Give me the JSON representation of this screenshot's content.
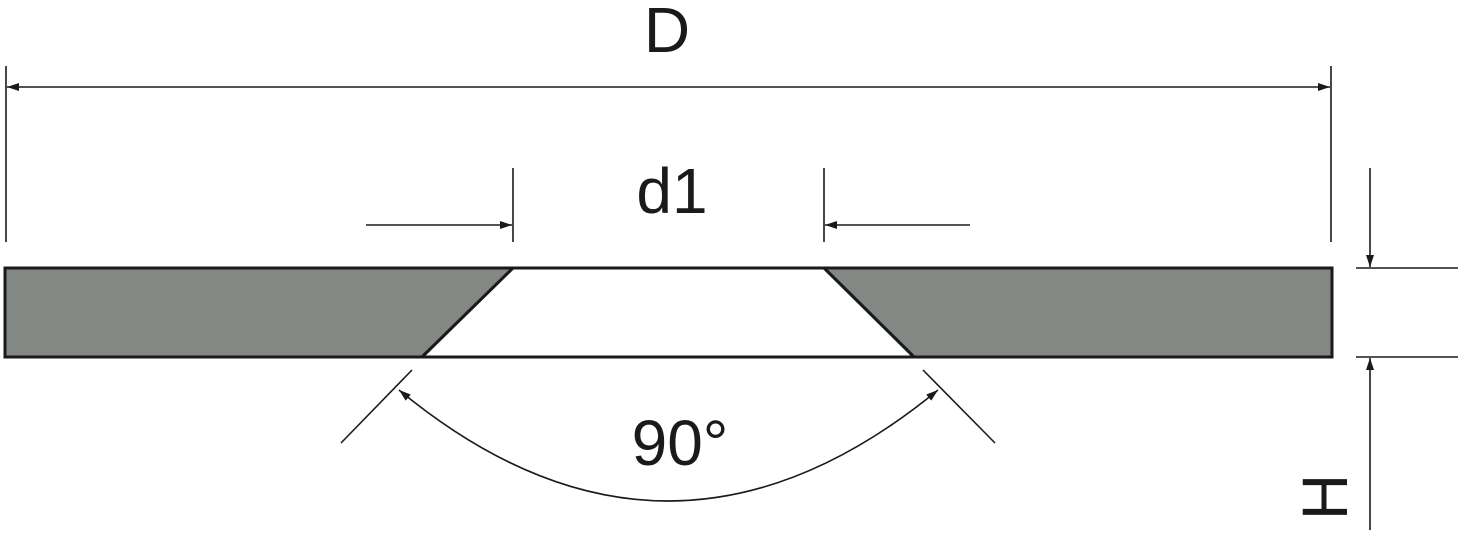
{
  "labels": {
    "outer_diameter": "D",
    "countersink_diameter": "d1",
    "countersink_angle": "90°",
    "height": "H"
  },
  "colors": {
    "material": "#838884",
    "line": "#1a1a1a",
    "background": "#ffffff"
  }
}
